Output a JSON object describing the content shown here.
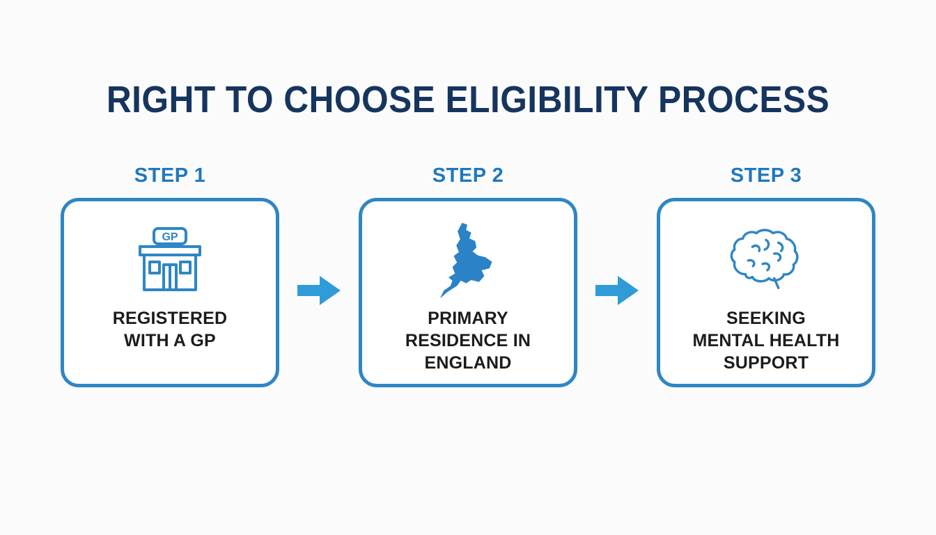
{
  "title": "RIGHT TO CHOOSE ELIGIBILITY PROCESS",
  "steps": [
    {
      "label": "STEP 1",
      "icon": "gp-building-icon",
      "icon_text": "GP",
      "caption": "REGISTERED\nWITH A GP"
    },
    {
      "label": "STEP 2",
      "icon": "england-map-icon",
      "caption": "PRIMARY\nRESIDENCE IN\nENGLAND"
    },
    {
      "label": "STEP 3",
      "icon": "brain-icon",
      "caption": "SEEKING\nMENTAL HEALTH\nSUPPORT"
    }
  ],
  "colors": {
    "title_navy": "#16355e",
    "step_label_blue": "#1f78be",
    "box_border_blue": "#2e86c4",
    "arrow_blue": "#2f9bd8",
    "map_fill_blue": "#2b82c6",
    "caption_black": "#1c1c1e",
    "background": "#fbfbfc"
  }
}
